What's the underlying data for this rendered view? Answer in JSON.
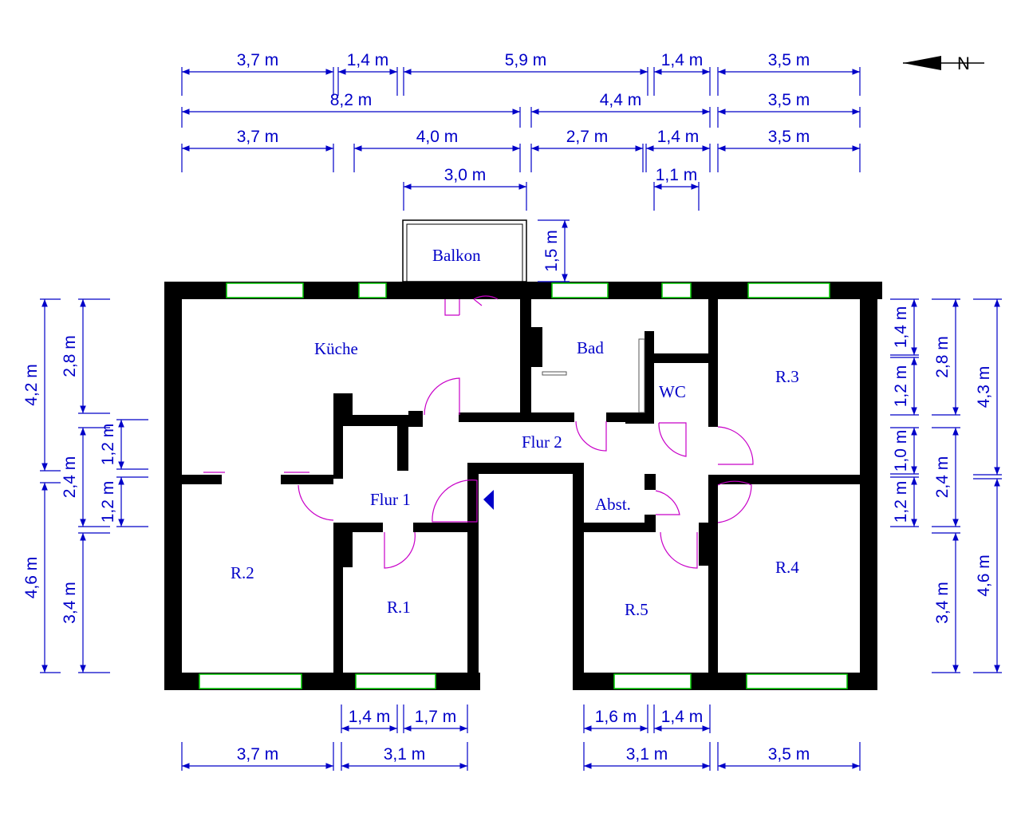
{
  "colors": {
    "dimension": "#0000c8",
    "wall": "#000000",
    "window": "#00c800",
    "door": "#c800c8"
  },
  "north_label": "N",
  "rooms": {
    "kueche": "Küche",
    "bad": "Bad",
    "wc": "WC",
    "r3": "R.3",
    "flur2": "Flur 2",
    "flur1": "Flur 1",
    "abst": "Abst.",
    "r2": "R.2",
    "r1": "R.1",
    "r5": "R.5",
    "r4": "R.4",
    "balkon": "Balkon"
  },
  "dims": {
    "top": [
      "3,7 m",
      "1,4 m",
      "5,9 m",
      "1,4 m",
      "3,5 m",
      "8,2 m",
      "4,4 m",
      "3,5 m",
      "3,7 m",
      "4,0 m",
      "2,7 m",
      "1,4 m",
      "3,5 m",
      "3,0 m",
      "1,1 m"
    ],
    "balcony_depth": "1,5 m",
    "bottom": [
      "1,4 m",
      "1,7 m",
      "1,6 m",
      "1,4 m",
      "3,7 m",
      "3,1 m",
      "3,1 m",
      "3,5 m"
    ],
    "left": [
      "4,2 m",
      "2,8 m",
      "1,2 m",
      "2,4 m",
      "1,2 m",
      "4,6 m",
      "3,4 m"
    ],
    "right": [
      "1,4 m",
      "1,2 m",
      "1,0 m",
      "1,2 m",
      "2,8 m",
      "2,4 m",
      "3,4 m",
      "4,3 m",
      "4,6 m"
    ]
  }
}
